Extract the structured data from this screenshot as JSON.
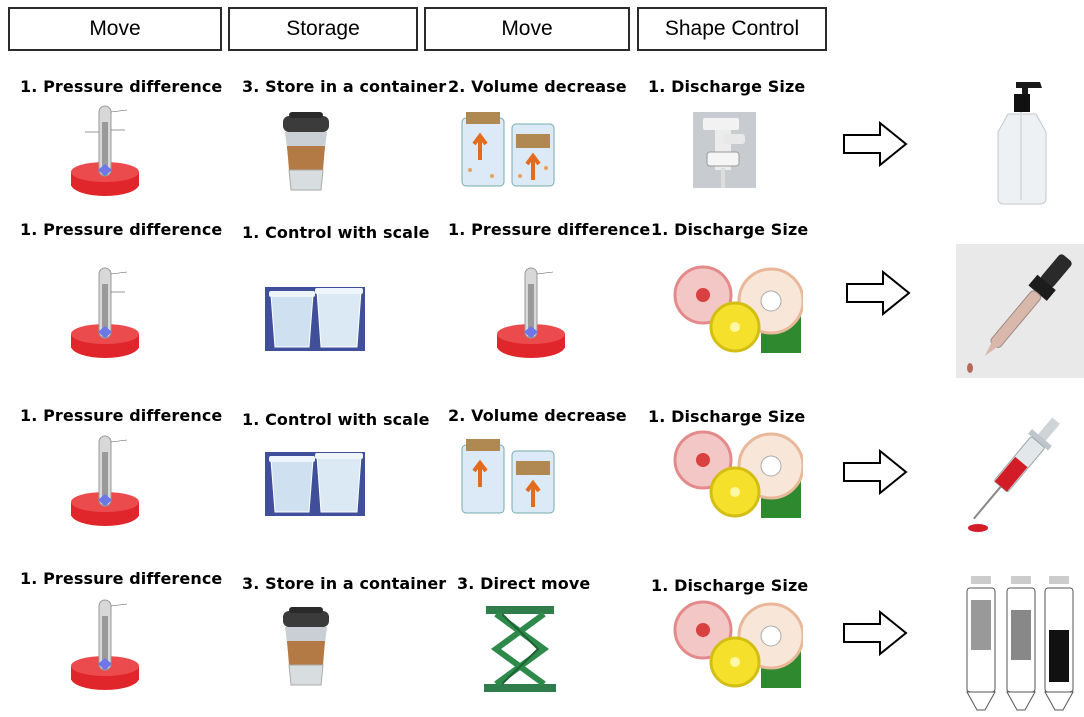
{
  "headers": [
    "Move",
    "Storage",
    "Move",
    "Shape Control"
  ],
  "rows": [
    {
      "labels": [
        "1. Pressure difference",
        "3. Store in a container",
        "2. Volume decrease",
        "1. Discharge Size"
      ],
      "icons": [
        "barometer-icon",
        "coffee-cup-icon",
        "volume-jar-icon",
        "pump-head-icon"
      ],
      "result_icon": "pump-bottle-icon"
    },
    {
      "labels": [
        "1. Pressure difference",
        "1. Control with scale",
        "1. Pressure difference",
        "1. Discharge Size"
      ],
      "icons": [
        "barometer-icon",
        "measuring-cups-icon",
        "barometer-icon",
        "discharge-rings-icon"
      ],
      "result_icon": "dropper-icon"
    },
    {
      "labels": [
        "1. Pressure difference",
        "1. Control with scale",
        "2. Volume decrease",
        "1. Discharge Size"
      ],
      "icons": [
        "barometer-icon",
        "measuring-cups-icon",
        "volume-jar-icon",
        "discharge-rings-icon"
      ],
      "result_icon": "syringe-icon"
    },
    {
      "labels": [
        "1. Pressure difference",
        "3. Store in a container",
        "3. Direct move",
        "1. Discharge Size"
      ],
      "icons": [
        "barometer-icon",
        "coffee-cup-icon",
        "scissor-lift-icon",
        "discharge-rings-icon"
      ],
      "result_icon": "pen-mechanism-icon"
    }
  ]
}
